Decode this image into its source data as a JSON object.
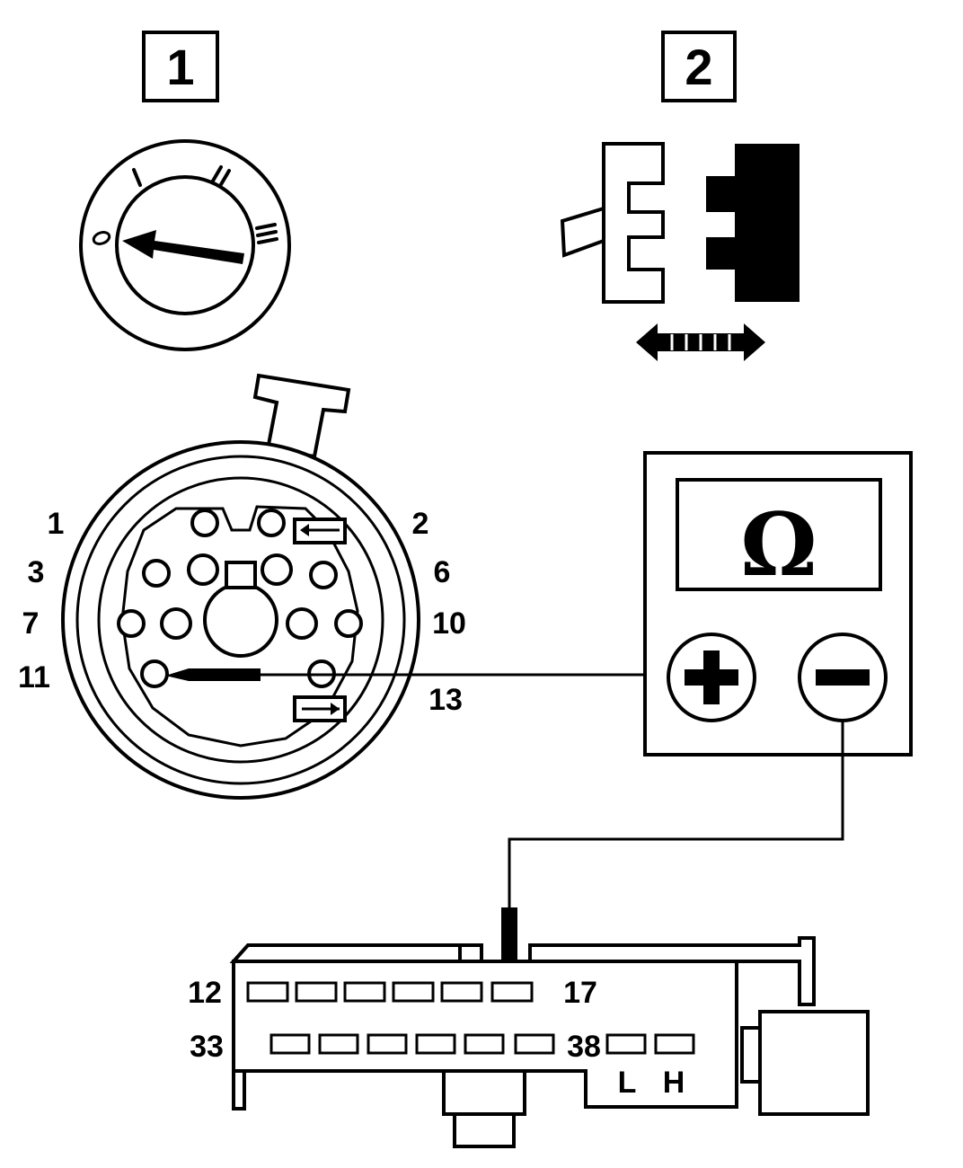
{
  "panels": [
    {
      "label": "1"
    },
    {
      "label": "2"
    }
  ],
  "switch_positions": [
    "0",
    "I",
    "II",
    "III"
  ],
  "meter": {
    "unit": "Ω",
    "plus": "+",
    "minus": "−"
  },
  "connector_pins": {
    "left_top": [
      "1",
      "3",
      "7",
      "11"
    ],
    "right_top": [
      "2",
      "6",
      "10",
      "13"
    ]
  },
  "ecu_connector": {
    "row1_start": "12",
    "row1_end": "17",
    "row2_start": "33",
    "row2_end": "38",
    "extra": [
      "L",
      "H"
    ]
  }
}
